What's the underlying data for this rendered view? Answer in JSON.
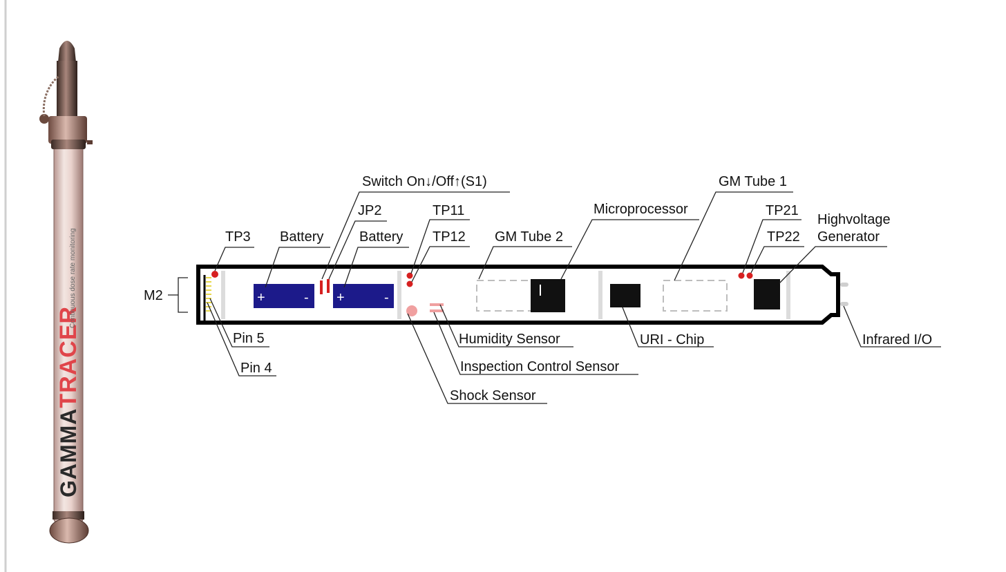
{
  "device": {
    "brand_prefix": "GAMMA",
    "brand_suffix": "TRACER",
    "body_caption": "Continuous dose rate monitoring"
  },
  "labels": {
    "m2": "M2",
    "tp3": "TP3",
    "battery_1": "Battery",
    "jp2": "JP2",
    "battery_2": "Battery",
    "switch": "Switch On↓/Off↑(S1)",
    "tp11": "TP11",
    "tp12": "TP12",
    "gm_tube_2": "GM Tube 2",
    "microprocessor": "Microprocessor",
    "gm_tube_1": "GM Tube 1",
    "tp21": "TP21",
    "tp22": "TP22",
    "hv_line1": "Highvoltage",
    "hv_line2": "Generator",
    "pin5": "Pin 5",
    "pin4": "Pin 4",
    "humidity": "Humidity Sensor",
    "inspection": "Inspection Control Sensor",
    "shock": "Shock Sensor",
    "uri_chip": "URI - Chip",
    "infrared": "Infrared I/O"
  },
  "battery_marks": {
    "plus": "+",
    "minus": "-"
  },
  "colors": {
    "battery": "#1c1a8a",
    "test_point": "#d62020",
    "sensor_pink": "#f0a0a0",
    "component_black": "#111111",
    "housing": "#000000"
  }
}
